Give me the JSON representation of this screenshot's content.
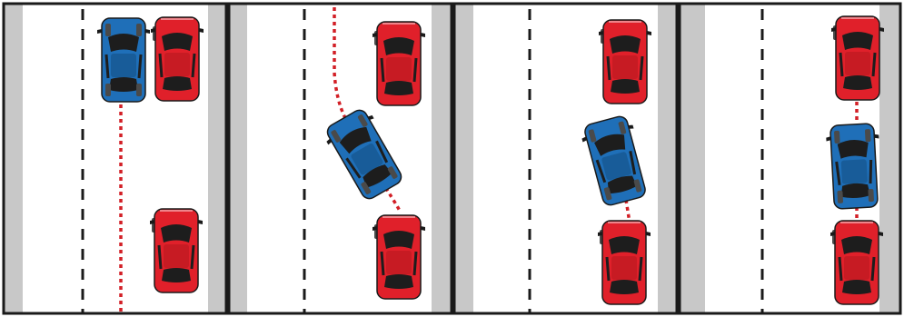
{
  "colors": {
    "road": "#ffffff",
    "curb": "#c8c8c8",
    "border": "#1a1a1a",
    "lane_dash": "#1a1a1a",
    "path": "#d21f26",
    "car_red": "#e0202a",
    "car_blue": "#1f6fb8",
    "glass": "#1d1d1d",
    "wheel": "#4a4a4a"
  },
  "panels": [
    {
      "step": 1,
      "cars": [
        {
          "role": "driver-car",
          "color": "blue",
          "heading": "up"
        },
        {
          "role": "parked-car-front",
          "color": "red",
          "heading": "up"
        },
        {
          "role": "parked-car-rear",
          "color": "red",
          "heading": "up"
        }
      ]
    },
    {
      "step": 2,
      "cars": [
        {
          "role": "parked-car-front",
          "color": "red",
          "heading": "up"
        },
        {
          "role": "driver-car",
          "color": "blue",
          "heading": "up"
        },
        {
          "role": "parked-car-rear",
          "color": "red",
          "heading": "up"
        }
      ]
    },
    {
      "step": 3,
      "cars": [
        {
          "role": "parked-car-front",
          "color": "red",
          "heading": "up"
        },
        {
          "role": "driver-car",
          "color": "blue",
          "heading": "up"
        },
        {
          "role": "parked-car-rear",
          "color": "red",
          "heading": "up"
        }
      ]
    },
    {
      "step": 4,
      "cars": [
        {
          "role": "parked-car-front",
          "color": "red",
          "heading": "up"
        },
        {
          "role": "driver-car",
          "color": "blue",
          "heading": "up"
        },
        {
          "role": "parked-car-rear",
          "color": "red",
          "heading": "up"
        }
      ]
    }
  ]
}
